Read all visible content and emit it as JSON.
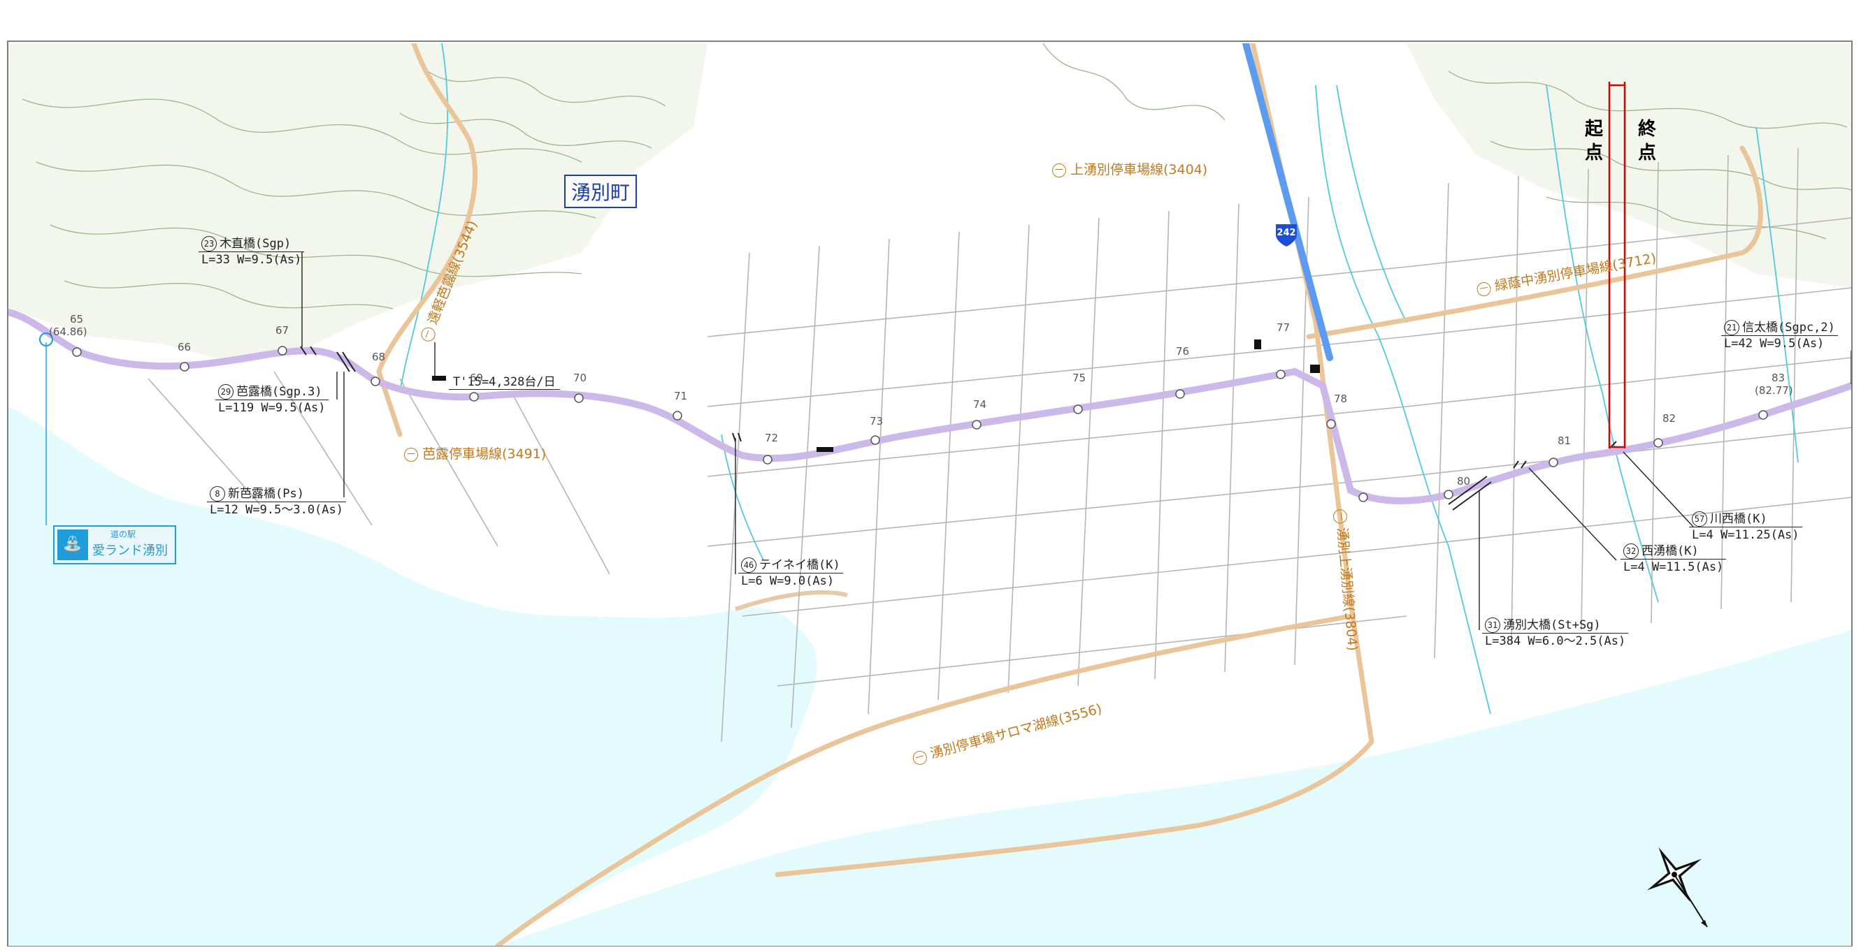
{
  "town_name": "湧別町",
  "traffic_volume": "T'15=4,328台/日",
  "start_end": {
    "start_char_1": "起",
    "start_char_2": "点",
    "end_char_1": "終",
    "end_char_2": "点"
  },
  "route_shield": {
    "number": "242",
    "color": "#1a4fd6"
  },
  "roadside_station": {
    "small_label": "道の駅",
    "name": "愛ランド湧別",
    "color": "#1e9dd8"
  },
  "roads": [
    {
      "id": "kami-yubetsu",
      "label": "上湧別停車場線(3404)",
      "icon": "dash-circle-icon"
    },
    {
      "id": "ryokuyo",
      "label": "緑蔭中湧別停車場線(3712)",
      "icon": "dash-circle-icon"
    },
    {
      "id": "yubetsu-saroma",
      "label": "湧別停車場サロマ湖線(3556)",
      "icon": "dash-circle-icon"
    },
    {
      "id": "bashiro",
      "label": "芭露停車場線(3491)",
      "icon": "dash-circle-icon"
    },
    {
      "id": "engaru-bashiro",
      "label": "遠軽芭露線(3544)",
      "icon": "dash-circle-icon"
    },
    {
      "id": "yubetsu-kami",
      "label": "湧別上湧別線(3804)",
      "icon": "dash-circle-icon"
    }
  ],
  "bridges": [
    {
      "no": "23",
      "name": "木直橋(Sgp)",
      "dims": "L=33 W=9.5(As)"
    },
    {
      "no": "29",
      "name": "芭露橋(Sgp.3)",
      "dims": "L=119 W=9.5(As)"
    },
    {
      "no": "8",
      "name": "新芭露橋(Ps)",
      "dims": "L=12 W=9.5～3.0(As)"
    },
    {
      "no": "46",
      "name": "テイネイ橋(K)",
      "dims": "L=6 W=9.0(As)"
    },
    {
      "no": "31",
      "name": "湧別大橋(St+Sg)",
      "dims": "L=384 W=6.0～2.5(As)"
    },
    {
      "no": "32",
      "name": "西湧橋(K)",
      "dims": "L=4 W=11.5(As)"
    },
    {
      "no": "57",
      "name": "川西橋(K)",
      "dims": "L=4 W=11.25(As)"
    },
    {
      "no": "21",
      "name": "信太橋(Sgpc,2)",
      "dims": "L=42 W=9.5(As)"
    }
  ],
  "km_posts": [
    "65",
    "(64.86)",
    "66",
    "67",
    "68",
    "69",
    "70",
    "71",
    "72",
    "73",
    "74",
    "75",
    "76",
    "77",
    "78",
    "80",
    "81",
    "82",
    "83",
    "(82.77)"
  ],
  "colors": {
    "sea": "#e3fbfd",
    "land": "#ffffff",
    "route_main": "#cdb8ea",
    "prefectural_road": "#ebc59a",
    "national_route": "#5b9bf0",
    "river": "#52c9dd",
    "contour": "#9bb58a",
    "grid_road": "#b5b5b5",
    "start_end_marker": "#e00000"
  }
}
